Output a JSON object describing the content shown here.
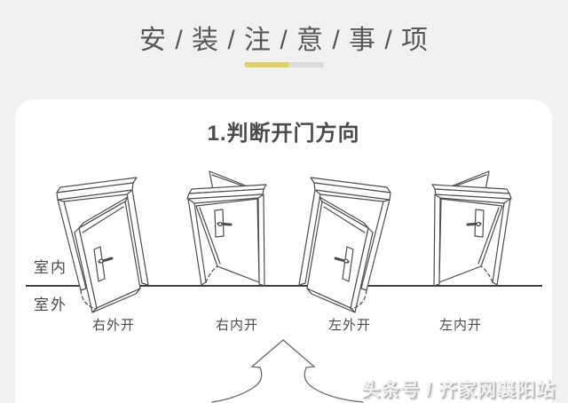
{
  "page": {
    "title": "安 / 装 / 注 / 意 / 事 / 项",
    "background_color": "#f1f1f0",
    "underline": {
      "yellow_color": "#ddd06a",
      "gray_color": "#d9d9d9"
    }
  },
  "card": {
    "background_color": "#ffffff",
    "section_title": "1.判断开门方向",
    "zone_labels": {
      "indoor": "室内",
      "outdoor": "室外"
    },
    "doors": [
      {
        "label": "右外开",
        "opening": "outward-right"
      },
      {
        "label": "右内开",
        "opening": "inward-right"
      },
      {
        "label": "左外开",
        "opening": "outward-left"
      },
      {
        "label": "左内开",
        "opening": "inward-left"
      }
    ],
    "line_color": "#3f3f3f",
    "drawing_color": "#4d4d4d"
  },
  "watermark": {
    "text": "头条号 / 齐家网襄阳站"
  }
}
